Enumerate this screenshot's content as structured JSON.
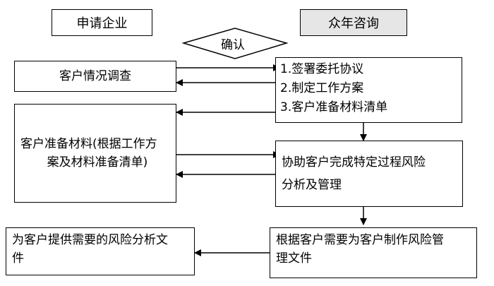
{
  "headers": {
    "client": "申请企业",
    "consultant": "众年咨询"
  },
  "confirm_label": "确认",
  "client_steps": {
    "survey": "客户情况调查",
    "prepare_line1": "客户准备材料(根据工作方",
    "prepare_line2": "案及材料准备清单)",
    "provide_line1": "为客户提供需要的风险分析文",
    "provide_line2": "件"
  },
  "consultant_steps": {
    "items": [
      "1.签署委托协议",
      "2.制定工作方案",
      "3.客户准备材料清单"
    ],
    "assist_line1": "协助客户完成特定过程风险",
    "assist_line2": "分析及管理",
    "produce_line1": "根据客户需要为客户制作风险管",
    "produce_line2": "理文件"
  }
}
